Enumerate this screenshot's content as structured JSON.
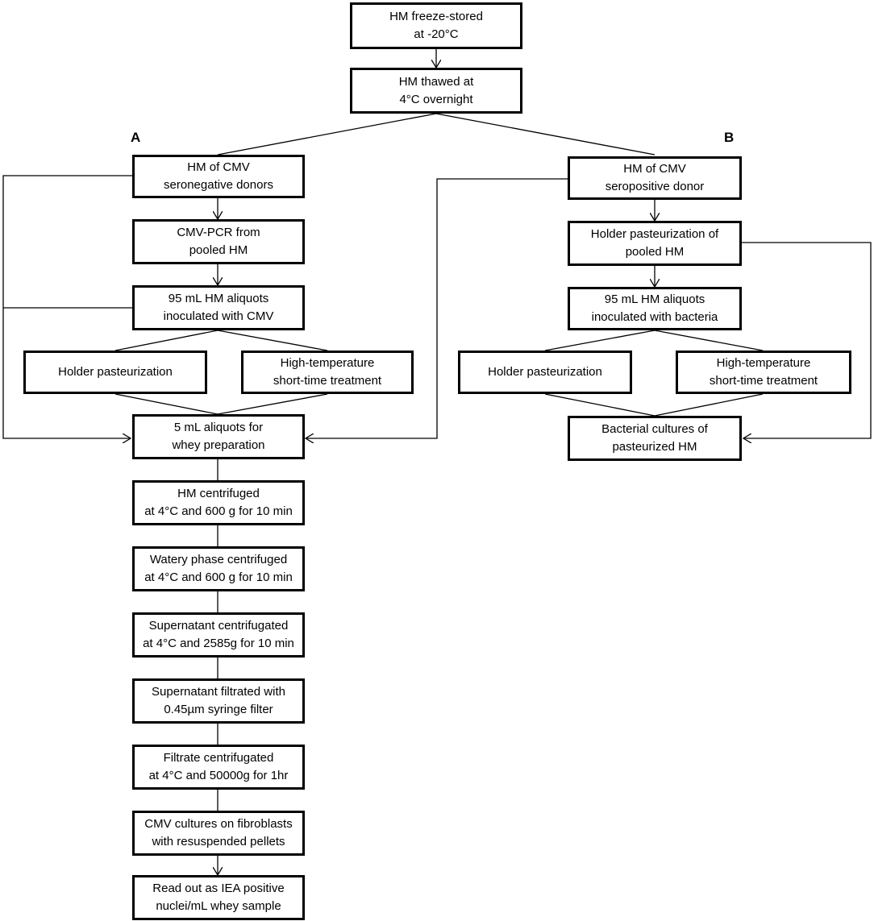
{
  "labels": {
    "A": "A",
    "B": "B"
  },
  "nodes": {
    "freeze": [
      "HM freeze-stored",
      "at -20°C"
    ],
    "thaw": [
      "HM thawed at",
      "4°C overnight"
    ],
    "a_seroneg": [
      "HM of CMV",
      "seronegative donors"
    ],
    "a_pcr": [
      "CMV-PCR from",
      "pooled HM"
    ],
    "a_aliquots": [
      "95 mL HM aliquots",
      "inoculated with CMV"
    ],
    "a_holder": [
      "Holder pasteurization"
    ],
    "a_htst": [
      "High-temperature",
      "short-time treatment"
    ],
    "a_whey": [
      "5 mL aliquots for",
      "whey preparation"
    ],
    "a_cent1": [
      "HM centrifuged",
      "at 4°C and 600 g for 10 min"
    ],
    "a_cent2": [
      "Watery phase centrifuged",
      "at 4°C and 600 g for 10 min"
    ],
    "a_cent3": [
      "Supernatant centrifugated",
      "at 4°C and 2585g for 10 min"
    ],
    "a_filter": [
      "Supernatant filtrated with",
      "0.45µm syringe filter"
    ],
    "a_cent4": [
      "Filtrate centrifugated",
      "at 4°C and 50000g for 1hr"
    ],
    "a_culture": [
      "CMV cultures on fibroblasts",
      "with resuspended pellets"
    ],
    "a_readout": [
      "Read out as IEA positive",
      "nuclei/mL whey sample"
    ],
    "b_seropos": [
      "HM of CMV",
      "seropositive donor"
    ],
    "b_holder_pool": [
      "Holder pasteurization of",
      "pooled HM"
    ],
    "b_aliquots": [
      "95 mL HM aliquots",
      "inoculated with bacteria"
    ],
    "b_holder": [
      "Holder pasteurization"
    ],
    "b_htst": [
      "High-temperature",
      "short-time treatment"
    ],
    "b_cultures": [
      "Bacterial cultures of",
      "pasteurized HM"
    ]
  }
}
